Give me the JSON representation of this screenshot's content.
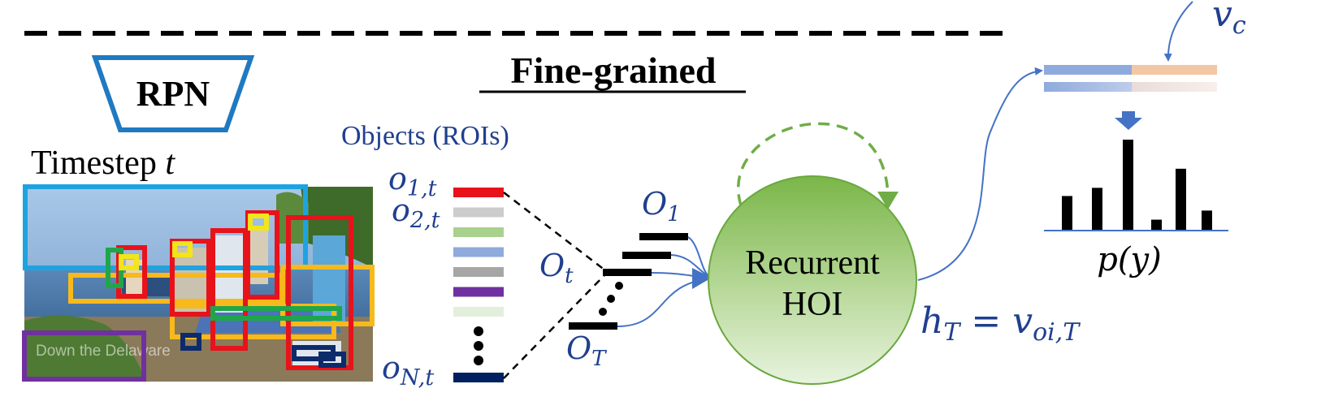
{
  "title": "Fine-grained",
  "rpn_label": "RPN",
  "timestep_label": "Timestep",
  "timestep_var": "t",
  "objects_label": "Objects (ROIs)",
  "photo_caption": "Down the Delaware",
  "object_labels": {
    "first": {
      "base": "o",
      "sub": "1,t"
    },
    "second": {
      "base": "o",
      "sub": "2,t"
    },
    "last": {
      "base": "o",
      "sub": "N,t"
    }
  },
  "sequence_labels": {
    "o1": {
      "base": "O",
      "sub": "1"
    },
    "ot": {
      "base": "O",
      "sub": "t"
    },
    "oT": {
      "base": "O",
      "sub": "T"
    }
  },
  "recurrent_label": [
    "Recurrent",
    "HOI"
  ],
  "hidden_state": {
    "lhs": "h",
    "lhs_sub": "T",
    "eq": " = ",
    "rhs": "v",
    "rhs_sub": "oi,T"
  },
  "context_vector": {
    "base": "v",
    "sub": "c"
  },
  "output_label": {
    "text": "p(y)"
  },
  "roi_colors": [
    "#e8121b",
    "#cccccc",
    "#a9d18e",
    "#8faadc",
    "#a6a6a6",
    "#7030a0",
    "#e2efda"
  ],
  "roi_last_color": "#002060",
  "histogram_values": [
    0.38,
    0.47,
    1.0,
    0.12,
    0.68,
    0.22
  ],
  "colors": {
    "accent_blue": "#4472c4",
    "text_blue": "#1f3f8f",
    "rpn_blue": "#1f7ac2",
    "circle_green": "#7ab648",
    "dashed_green": "#70ad47",
    "bar_blue": "#8faadc",
    "bar_peach": "#f4c7a4"
  }
}
